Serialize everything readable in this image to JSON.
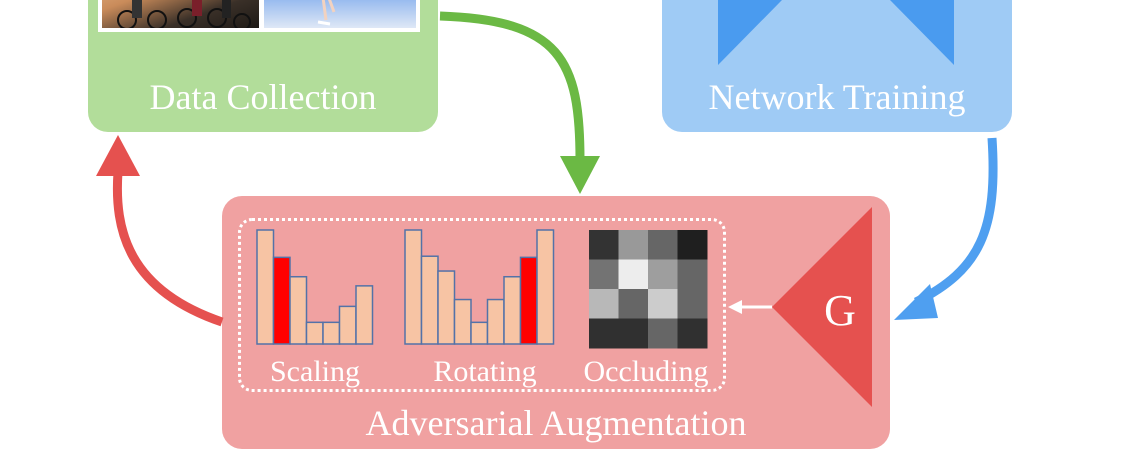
{
  "stages": {
    "collection": {
      "label": "Data Collection"
    },
    "training": {
      "label": "Network Training"
    },
    "augmentation": {
      "label": "Adversarial Augmentation"
    }
  },
  "operations": [
    {
      "key": "scaling",
      "label": "Scaling",
      "bars": [
        1.0,
        0.76,
        0.59,
        0.19,
        0.19,
        0.33,
        0.51
      ],
      "highlight": 1
    },
    {
      "key": "rotating",
      "label": "Rotating",
      "bars": [
        1.0,
        0.77,
        0.64,
        0.39,
        0.19,
        0.39,
        0.59,
        0.76,
        1.0
      ],
      "highlight": 7
    },
    {
      "key": "occluding",
      "label": "Occluding"
    }
  ],
  "generator": {
    "label": "G"
  },
  "occlusion_grid": [
    [
      0.2,
      0.6,
      0.4,
      0.12
    ],
    [
      0.45,
      0.93,
      0.62,
      0.4
    ],
    [
      0.72,
      0.4,
      0.8,
      0.4
    ],
    [
      0.19,
      0.19,
      0.4,
      0.19
    ]
  ],
  "colors": {
    "collection": "#b2dd9a",
    "training": "#9fcbf5",
    "augmentation": "#f0a1a1",
    "generator": "#e5514f",
    "green_arrow": "#6bb944",
    "blue_arrow": "#4f9ff0",
    "red_arrow": "#e5514f",
    "bar_fill": "#f7c4a4",
    "bar_stroke": "#5372a8",
    "bar_highlight": "#ff0000"
  }
}
